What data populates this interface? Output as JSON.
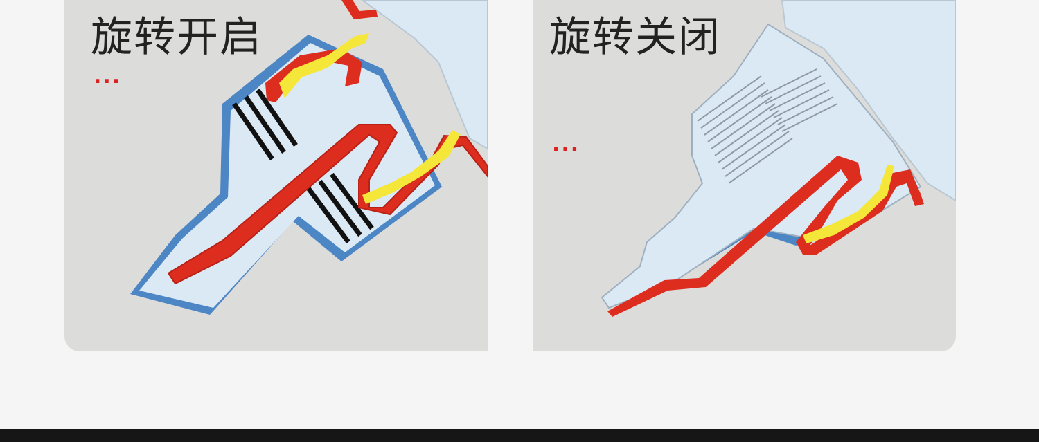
{
  "panels": [
    {
      "id": "open",
      "title": "旋转开启",
      "ellipsis": "..."
    },
    {
      "id": "close",
      "title": "旋转关闭",
      "ellipsis": "..."
    }
  ],
  "colors": {
    "background": "#f5f5f5",
    "panel": "#dcdcdb",
    "glass": "#dbe9f5",
    "blue_outline": "#4d86c4",
    "red_element": "#dd2d1f",
    "yellow_seal": "#f5e63a",
    "dots": "#dd2020",
    "bottom_bar": "#161616"
  }
}
